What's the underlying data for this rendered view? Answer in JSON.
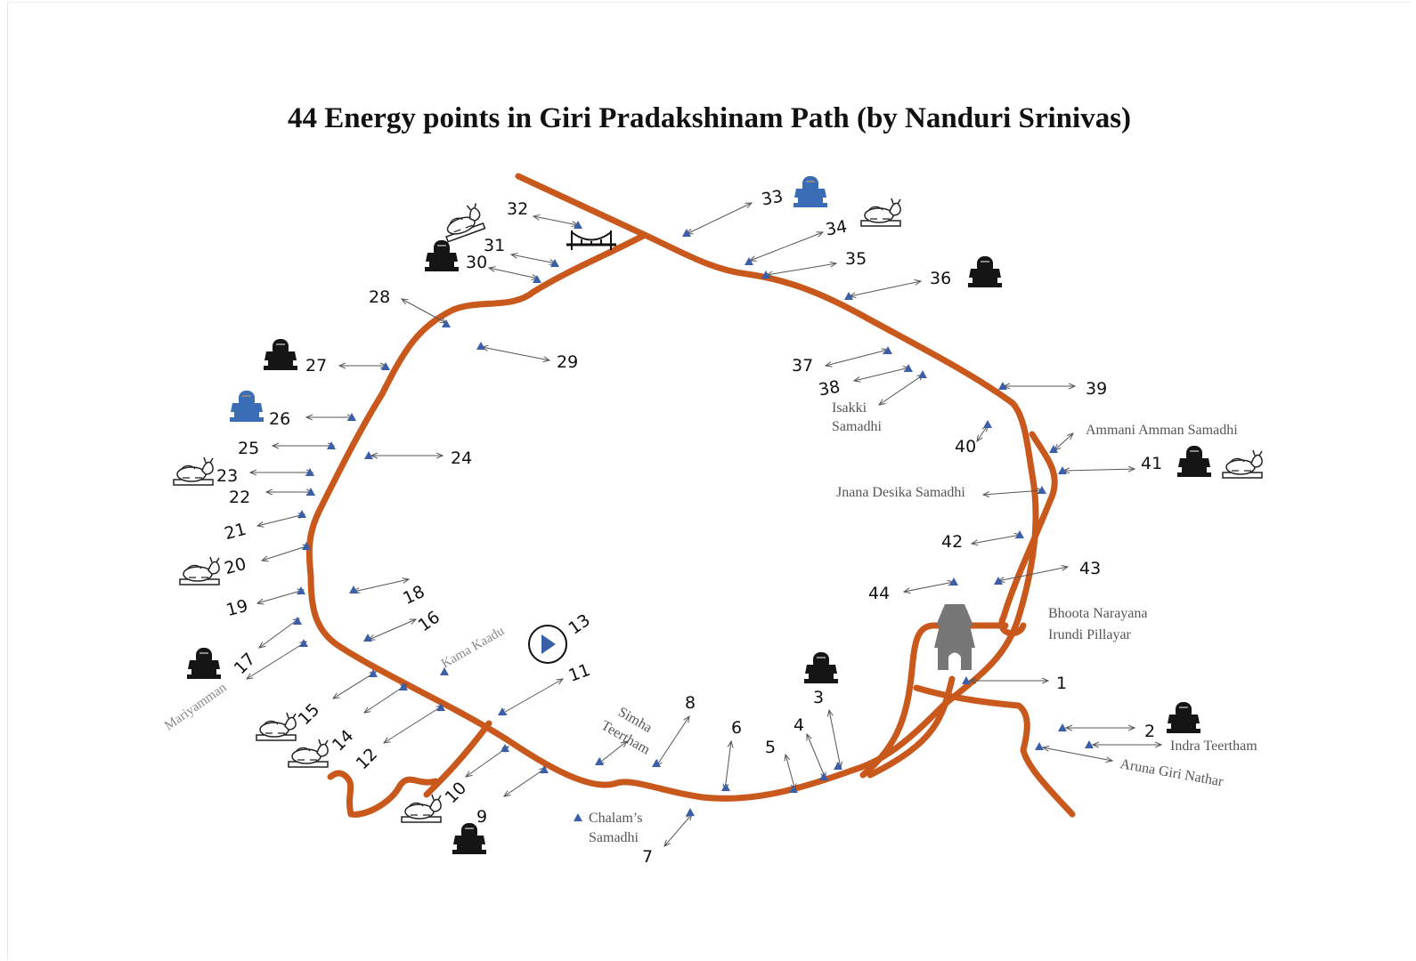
{
  "title": "44 Energy points in Giri Pradakshinam Path (by Nanduri Srinivas)",
  "colors": {
    "road": "#c8581b",
    "marker": "#3a5fa8",
    "lingam_black": "#151515",
    "lingam_blue": "#3a6db5",
    "temple": "#777777"
  },
  "points": [
    "1",
    "2",
    "3",
    "4",
    "5",
    "6",
    "7",
    "8",
    "9",
    "10",
    "11",
    "12",
    "13",
    "14",
    "15",
    "16",
    "17",
    "18",
    "19",
    "20",
    "21",
    "22",
    "23",
    "24",
    "25",
    "26",
    "27",
    "28",
    "29",
    "30",
    "31",
    "32",
    "33",
    "34",
    "35",
    "36",
    "37",
    "38",
    "39",
    "40",
    "41",
    "42",
    "43",
    "44"
  ],
  "labels": {
    "isakki_1": "Isakki",
    "isakki_2": "Samadhi",
    "ammani": "Ammani Amman Samadhi",
    "jnana": "Jnana Desika Samadhi",
    "bhoota_1": "Bhoota Narayana",
    "bhoota_2": "Irundi Pillayar",
    "indra": "Indra Teertham",
    "aruna": "Aruna Giri Nathar",
    "chalam_1": "Chalam’s",
    "chalam_2": "Samadhi",
    "simha_1": "Simha",
    "simha_2": "Teertham",
    "kama": "Kama Kaadu",
    "mariyamman": "Mariyamman"
  },
  "icons": {
    "lingam": "shiva-lingam-icon",
    "nandi": "nandi-bull-icon",
    "bridge": "bridge-icon",
    "temple": "temple-gopuram-icon",
    "play": "play-button-icon"
  }
}
